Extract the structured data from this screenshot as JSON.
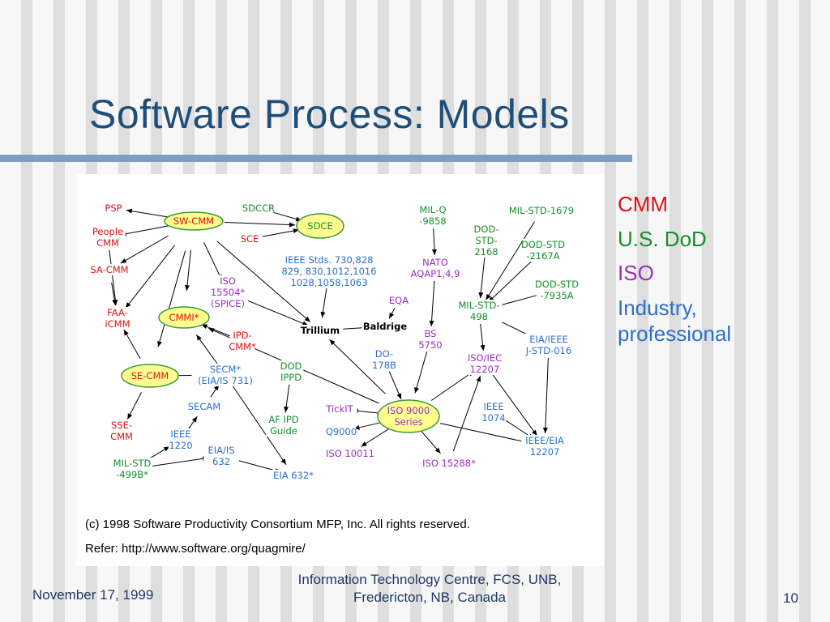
{
  "slide": {
    "title": "Software Process: Models",
    "page_number": "10"
  },
  "colors": {
    "title": "#1f4e79",
    "red": "#e01010",
    "green": "#14902a",
    "purple": "#9a2dc0",
    "blue": "#2a6fd0",
    "ellipse_fill": "#ffff90",
    "ellipse_stroke": "#3a9a3a"
  },
  "diagram": {
    "nodes": [
      {
        "id": "psp",
        "lines": [
          "PSP"
        ],
        "color": "red"
      },
      {
        "id": "people",
        "lines": [
          "People",
          "CMM"
        ],
        "color": "red"
      },
      {
        "id": "sacmm",
        "lines": [
          "SA-CMM"
        ],
        "color": "red"
      },
      {
        "id": "faa",
        "lines": [
          "FAA-",
          "iCMM"
        ],
        "color": "red"
      },
      {
        "id": "swcmm",
        "lines": [
          "SW-CMM"
        ],
        "color": "red",
        "shape": "ellipse"
      },
      {
        "id": "sdccr",
        "lines": [
          "SDCCR"
        ],
        "color": "green"
      },
      {
        "id": "sce",
        "lines": [
          "SCE"
        ],
        "color": "red"
      },
      {
        "id": "sdce",
        "lines": [
          "SDCE"
        ],
        "color": "green",
        "shape": "ellipse"
      },
      {
        "id": "cmmi",
        "lines": [
          "CMMI*"
        ],
        "color": "red",
        "shape": "ellipse"
      },
      {
        "id": "iso15504",
        "lines": [
          "ISO",
          "15504*",
          "(SPICE)"
        ],
        "color": "purple"
      },
      {
        "id": "ieeestds",
        "lines": [
          "IEEE Stds. 730,828",
          "829, 830,1012,1016",
          "1028,1058,1063"
        ],
        "color": "blue"
      },
      {
        "id": "trillium",
        "lines": [
          "Trillium"
        ],
        "color": "black"
      },
      {
        "id": "baldrige",
        "lines": [
          "Baldrige"
        ],
        "color": "black"
      },
      {
        "id": "eqa",
        "lines": [
          "EQA"
        ],
        "color": "purple"
      },
      {
        "id": "ipdcmm",
        "lines": [
          "IPD-",
          "CMM*"
        ],
        "color": "red"
      },
      {
        "id": "secm",
        "lines": [
          "SECM*",
          "(EIA/IS 731)"
        ],
        "color": "blue"
      },
      {
        "id": "dodippd",
        "lines": [
          "DOD",
          "IPPD"
        ],
        "color": "green"
      },
      {
        "id": "secmm",
        "lines": [
          "SE-CMM"
        ],
        "color": "red",
        "shape": "ellipse"
      },
      {
        "id": "secam",
        "lines": [
          "SECAM"
        ],
        "color": "blue"
      },
      {
        "id": "afipd",
        "lines": [
          "AF IPD",
          "Guide"
        ],
        "color": "green"
      },
      {
        "id": "ssecmm",
        "lines": [
          "SSE-",
          "CMM"
        ],
        "color": "red"
      },
      {
        "id": "ieee1220",
        "lines": [
          "IEEE",
          "1220"
        ],
        "color": "blue"
      },
      {
        "id": "eiais632",
        "lines": [
          "EIA/IS",
          "632"
        ],
        "color": "blue"
      },
      {
        "id": "milstd499b",
        "lines": [
          "MIL-STD",
          "-499B*"
        ],
        "color": "green"
      },
      {
        "id": "eia632",
        "lines": [
          "EIA 632*"
        ],
        "color": "blue"
      },
      {
        "id": "milq",
        "lines": [
          "MIL-Q",
          "-9858"
        ],
        "color": "green"
      },
      {
        "id": "nato",
        "lines": [
          "NATO",
          "AQAP1,4,9"
        ],
        "color": "purple"
      },
      {
        "id": "dodstd2168",
        "lines": [
          "DOD-",
          "STD-",
          "2168"
        ],
        "color": "green"
      },
      {
        "id": "milstd1679",
        "lines": [
          "MIL-STD-1679"
        ],
        "color": "green"
      },
      {
        "id": "dodstd2167a",
        "lines": [
          "DOD-STD",
          "-2167A"
        ],
        "color": "green"
      },
      {
        "id": "dodstd7935a",
        "lines": [
          "DOD-STD",
          "-7935A"
        ],
        "color": "green"
      },
      {
        "id": "milstd498",
        "lines": [
          "MIL-STD-",
          "498"
        ],
        "color": "green"
      },
      {
        "id": "bs5750",
        "lines": [
          "BS",
          "5750"
        ],
        "color": "purple"
      },
      {
        "id": "do178b",
        "lines": [
          "DO-",
          "178B"
        ],
        "color": "blue"
      },
      {
        "id": "eiaieee",
        "lines": [
          "EIA/IEEE",
          "J-STD-016"
        ],
        "color": "blue"
      },
      {
        "id": "isoiec12207",
        "lines": [
          "ISO/IEC",
          "12207"
        ],
        "color": "purple"
      },
      {
        "id": "tickit",
        "lines": [
          "TickIT"
        ],
        "color": "purple"
      },
      {
        "id": "q9000",
        "lines": [
          "Q9000"
        ],
        "color": "blue"
      },
      {
        "id": "iso9000",
        "lines": [
          "ISO 9000",
          "Series"
        ],
        "color": "purple",
        "shape": "ellipse"
      },
      {
        "id": "ieee1074",
        "lines": [
          "IEEE",
          "1074"
        ],
        "color": "blue"
      },
      {
        "id": "iso10011",
        "lines": [
          "ISO 10011"
        ],
        "color": "purple"
      },
      {
        "id": "iso15288",
        "lines": [
          "ISO 15288*"
        ],
        "color": "purple"
      },
      {
        "id": "ieeeeia12207",
        "lines": [
          "IEEE/EIA",
          "12207"
        ],
        "color": "blue"
      }
    ],
    "copyright": "(c) 1998 Software Productivity Consortium MFP, Inc. All rights reserved.",
    "refer": "Refer: http://www.software.org/quagmire/"
  },
  "legend": {
    "cmm": "CMM",
    "dod": "U.S. DoD",
    "iso": "ISO",
    "industry_line1": "Industry,",
    "industry_line2": "professional"
  },
  "footer": {
    "date": "November 17, 1999",
    "centre_line1": "Information Technology Centre, FCS, UNB,",
    "centre_line2": "Fredericton, NB, Canada"
  }
}
